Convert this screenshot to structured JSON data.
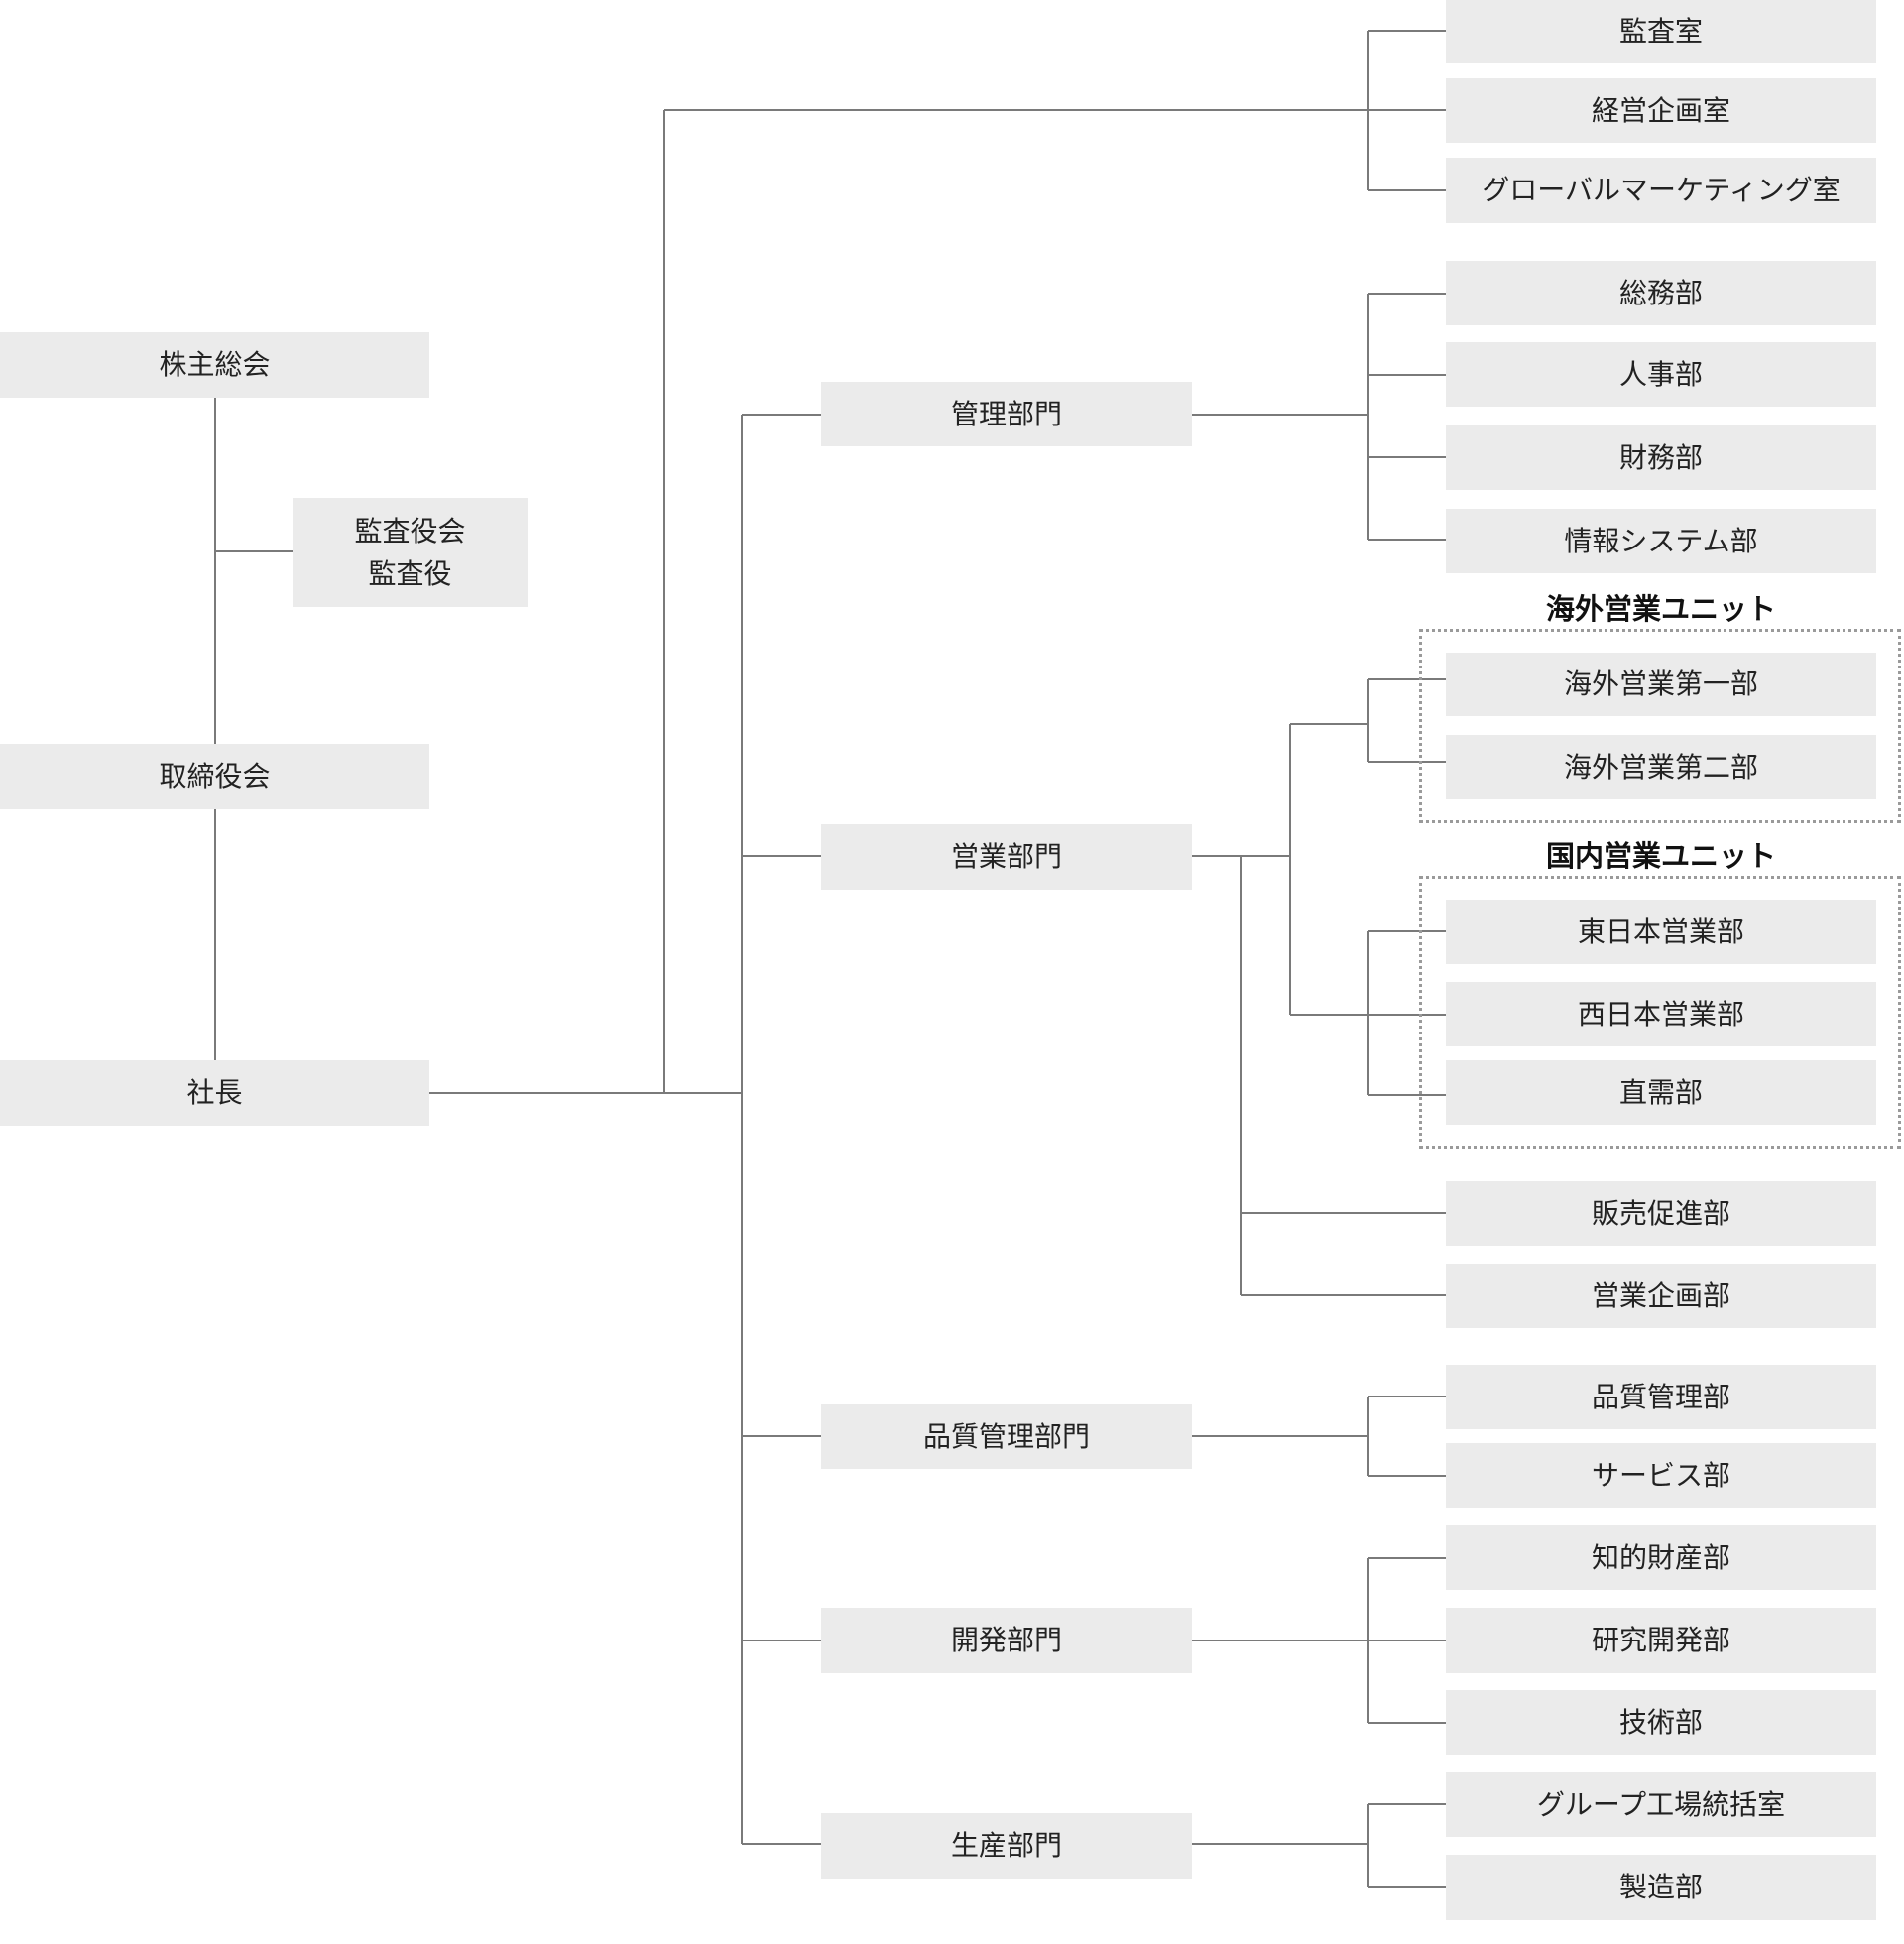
{
  "colors": {
    "box_fill": "#ebebeb",
    "line": "#7a7a7a",
    "text": "#222222",
    "unit_border": "#9a9a9a"
  },
  "governance": {
    "shareholders": "株主総会",
    "audit_board": [
      "監査役会",
      "監査役"
    ],
    "board": "取締役会",
    "president": "社長"
  },
  "staff_offices": [
    "監査室",
    "経営企画室",
    "グローバルマーケティング室"
  ],
  "divisions": {
    "admin": {
      "label": "管理部門",
      "departments": [
        "総務部",
        "人事部",
        "財務部",
        "情報システム部"
      ]
    },
    "sales": {
      "label": "営業部門",
      "overseas_unit": {
        "title": "海外営業ユニット",
        "departments": [
          "海外営業第一部",
          "海外営業第二部"
        ]
      },
      "domestic_unit": {
        "title": "国内営業ユニット",
        "departments": [
          "東日本営業部",
          "西日本営業部",
          "直需部"
        ]
      },
      "departments": [
        "販売促進部",
        "営業企画部"
      ]
    },
    "quality": {
      "label": "品質管理部門",
      "departments": [
        "品質管理部",
        "サービス部"
      ]
    },
    "development": {
      "label": "開発部門",
      "departments": [
        "知的財産部",
        "研究開発部",
        "技術部"
      ]
    },
    "production": {
      "label": "生産部門",
      "departments": [
        "グループ工場統括室",
        "製造部"
      ]
    }
  }
}
